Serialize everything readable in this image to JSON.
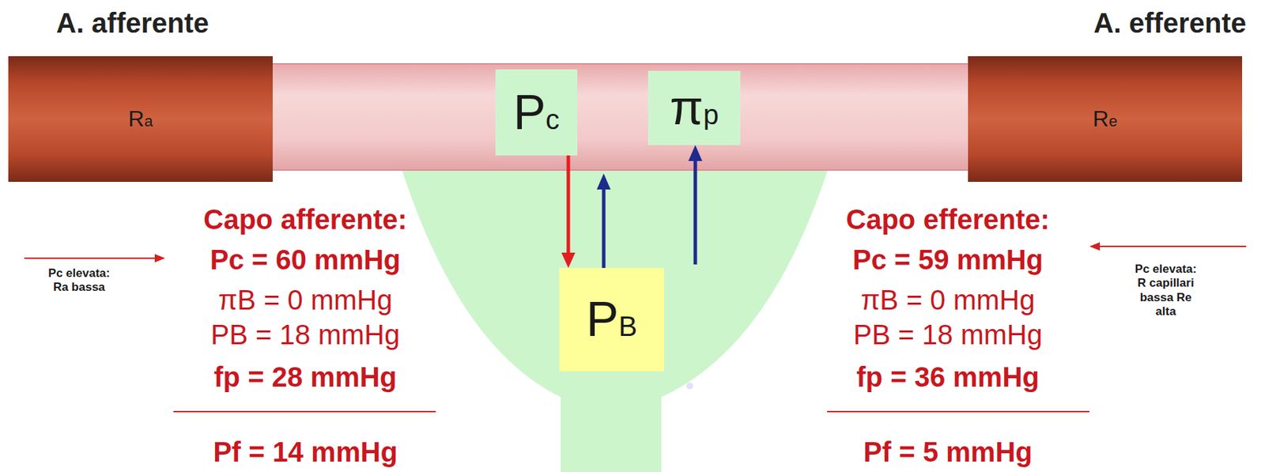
{
  "diagram": {
    "nodes": [
      {
        "text": [
          "Ra"
        ]
      },
      {
        "text": [
          "Pc"
        ]
      },
      {
        "text": [
          "πp"
        ]
      },
      {
        "text": [
          "Re"
        ]
      },
      {
        "text": [
          "PB"
        ]
      }
    ],
    "edges": [
      {
        "from": 1,
        "to": 4,
        "arrow": "to"
      }
    ],
    "labels": [
      "A. afferente",
      "A. efferente",
      "Capo afferente:",
      "Pc = 60 mmHg",
      "πB = 0 mmHg",
      "PB = 18 mmHg",
      "fp = 28 mmHg",
      "Pf = 14 mmHg",
      "Pc elevata: Ra bassa",
      "Capo efferente:",
      "Pc = 59 mmHg",
      "πB = 0 mmHg",
      "PB = 18 mmHg",
      "fp = 36 mmHg",
      "Pf = 5 mmHg",
      "Pc elevata: R capillari bassa Re alta"
    ]
  }
}
